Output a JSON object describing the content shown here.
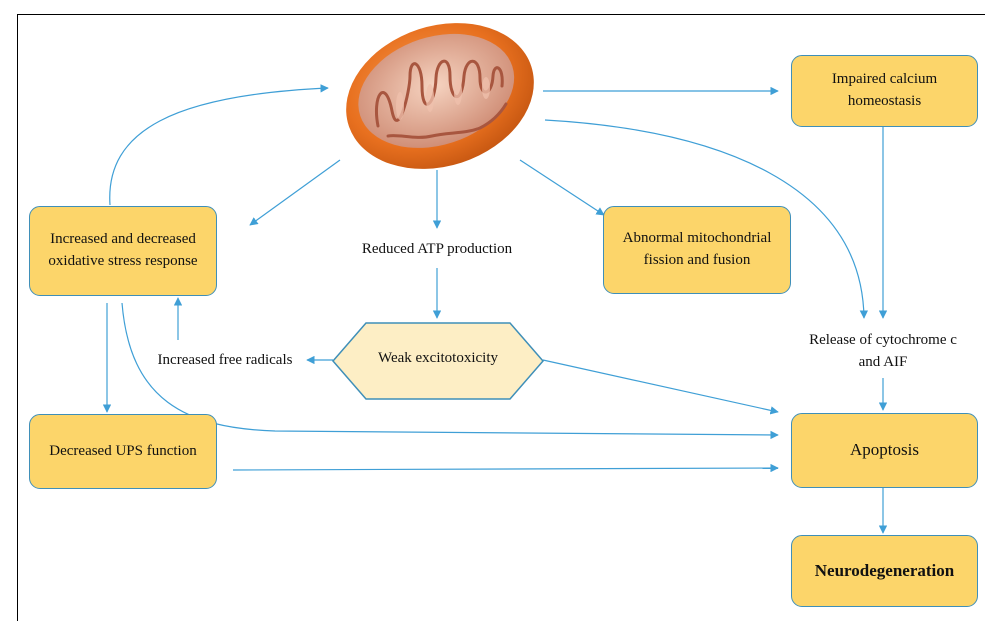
{
  "nodes": {
    "oxidative_stress": "Increased and decreased\noxidative stress response",
    "abnormal_fission": "Abnormal mitochondrial\nfission and fusion",
    "calcium": "Impaired calcium\nhomeostasis",
    "ups": "Decreased UPS function",
    "apoptosis": "Apoptosis",
    "neurodegeneration": "Neurodegeneration",
    "excitotoxicity": "Weak excitotoxicity"
  },
  "labels": {
    "atp": "Reduced ATP production",
    "free_radicals": "Increased  free radicals",
    "cytochrome": "Release of cytochrome c\nand AIF"
  },
  "icons": {
    "mitochondrion": "mitochondrion-illustration"
  },
  "colors": {
    "node_fill": "#fcd56a",
    "node_border": "#3f8fb8",
    "hexagon_fill": "#fdeec5",
    "arrow": "#3f9fd6",
    "mito_outer": "#e8701f",
    "mito_inner": "#f1c1a9"
  }
}
